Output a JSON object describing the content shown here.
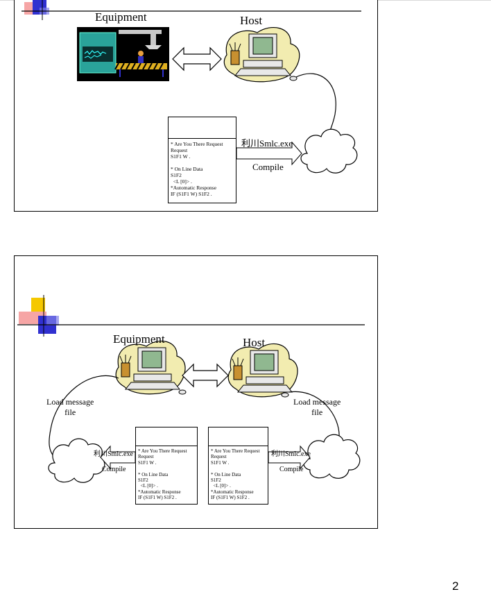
{
  "page_number": "2",
  "slide1": {
    "equipment_label": "Equipment",
    "host_label": "Host",
    "tool_label": "利川Smlc.exe",
    "compile_label": "Compile",
    "message_lines": [
      "* Are You There Request",
      "Request",
      "S1F1 W .",
      "",
      "* On Line Data",
      "S1F2",
      "  <L [0]> .",
      "*Automatic Response",
      "IF (S1F1 W) S1F2 ."
    ]
  },
  "slide2": {
    "equipment_label": "Equipment",
    "host_label": "Host",
    "load_left": "Load message\nfile",
    "load_right": "Load message\nfile",
    "tool_left": "利川Smlc.exe",
    "tool_right": "利川Smlc.exe",
    "compile_left": "Compile",
    "compile_right": "Compile",
    "message_left": [
      "* Are You There Request",
      "Request",
      "S1F1 W .",
      "",
      "* On Line Data",
      "S1F2",
      "  <L [0]> .",
      "*Automatic Response",
      "IF (S1F1 W) S1F2 ."
    ],
    "message_right": [
      "* Are You There Request",
      "Request",
      "S1F1 W .",
      "",
      "* On Line Data",
      "S1F2",
      "  <L [0]> .",
      "*Automatic Response",
      "IF (S1F1 W) S1F2 ."
    ]
  },
  "colors": {
    "accent_blue": "#3030d0",
    "accent_yellow": "#f5c800",
    "accent_red": "#f08080",
    "title_line": "#000000"
  }
}
